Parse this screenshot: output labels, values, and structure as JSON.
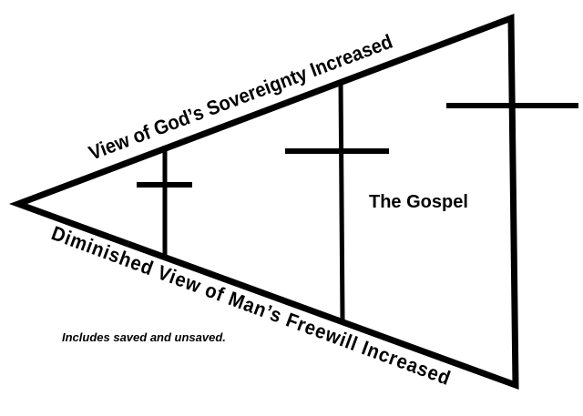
{
  "diagram": {
    "top_label": "View of God’s Sovereignty Increased",
    "bottom_label": "Diminished View of Man’s Freewill Increased",
    "center_label": "The Gospel",
    "note": "Includes saved and unsaved.",
    "line_color": "#000000",
    "background_color": "#ffffff"
  }
}
